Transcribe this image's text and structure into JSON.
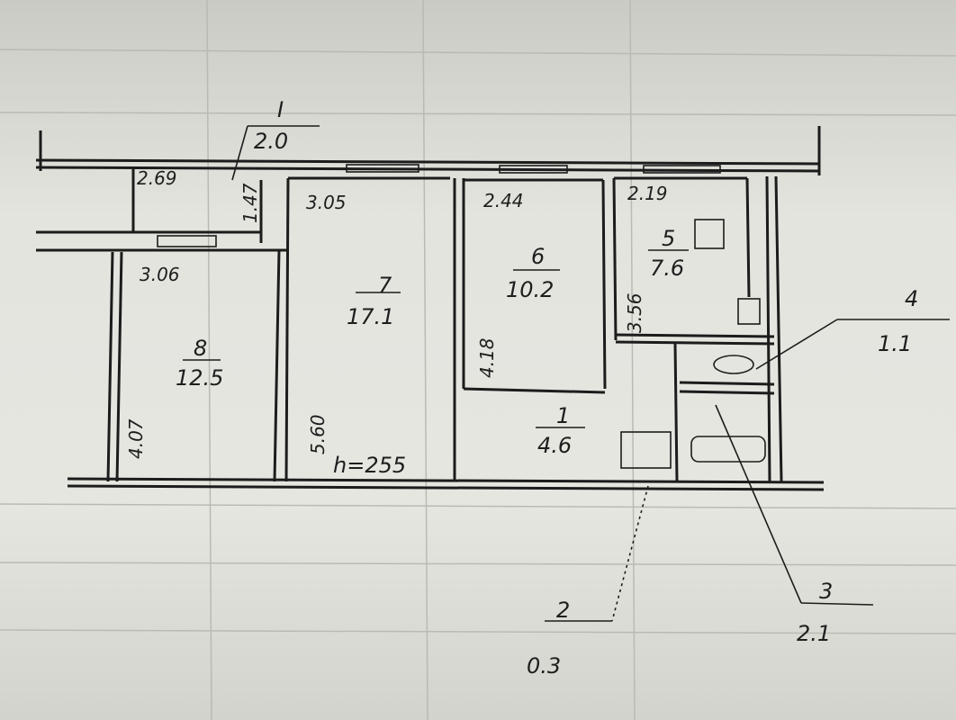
{
  "balcony": {
    "number": "I",
    "area": "2.0",
    "width": "2.69",
    "depth": "1.47"
  },
  "rooms": [
    {
      "number": "8",
      "area": "12.5",
      "width": "3.06",
      "length": "4.07"
    },
    {
      "number": "7",
      "area": "17.1",
      "width": "3.05",
      "length": "5.60"
    },
    {
      "number": "6",
      "area": "10.2",
      "width": "2.44",
      "length": "4.18"
    },
    {
      "number": "5",
      "area": "7.6",
      "width": "2.19",
      "length": "3.56"
    },
    {
      "number": "4",
      "area": "1.1"
    },
    {
      "number": "1",
      "area": "4.6"
    },
    {
      "number": "2",
      "area": "0.3"
    },
    {
      "number": "3",
      "area": "2.1"
    }
  ],
  "ceiling_height": "h=255"
}
